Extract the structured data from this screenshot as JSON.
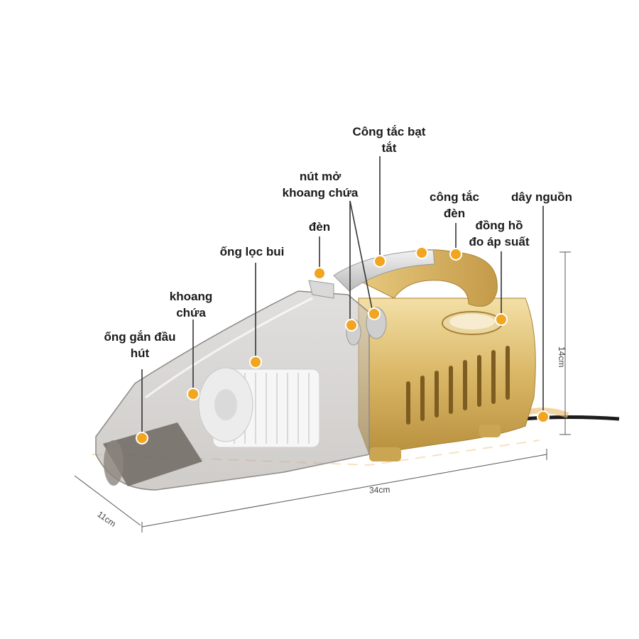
{
  "labels": {
    "nozzle": {
      "line1": "ống gắn đầu",
      "line2": "hút"
    },
    "chamber": {
      "line1": "khoang",
      "line2": "chứa"
    },
    "filter": {
      "line1": "ống lọc bui"
    },
    "lamp": {
      "line1": "đèn"
    },
    "release": {
      "line1": "nút mở",
      "line2": "khoang chứa"
    },
    "power_switch": {
      "line1": "Công tắc bạt",
      "line2": "tắt"
    },
    "light_switch": {
      "line1": "công tắc",
      "line2": "đèn"
    },
    "gauge": {
      "line1": "đồng hồ",
      "line2": "đo áp suất"
    },
    "cord": {
      "line1": "dây nguồn"
    }
  },
  "dimensions": {
    "length": "34cm",
    "width": "11cm",
    "height": "14cm"
  },
  "colors": {
    "marker": "#f2a51e",
    "gold": "#d4b25c",
    "leader": "#333333"
  }
}
